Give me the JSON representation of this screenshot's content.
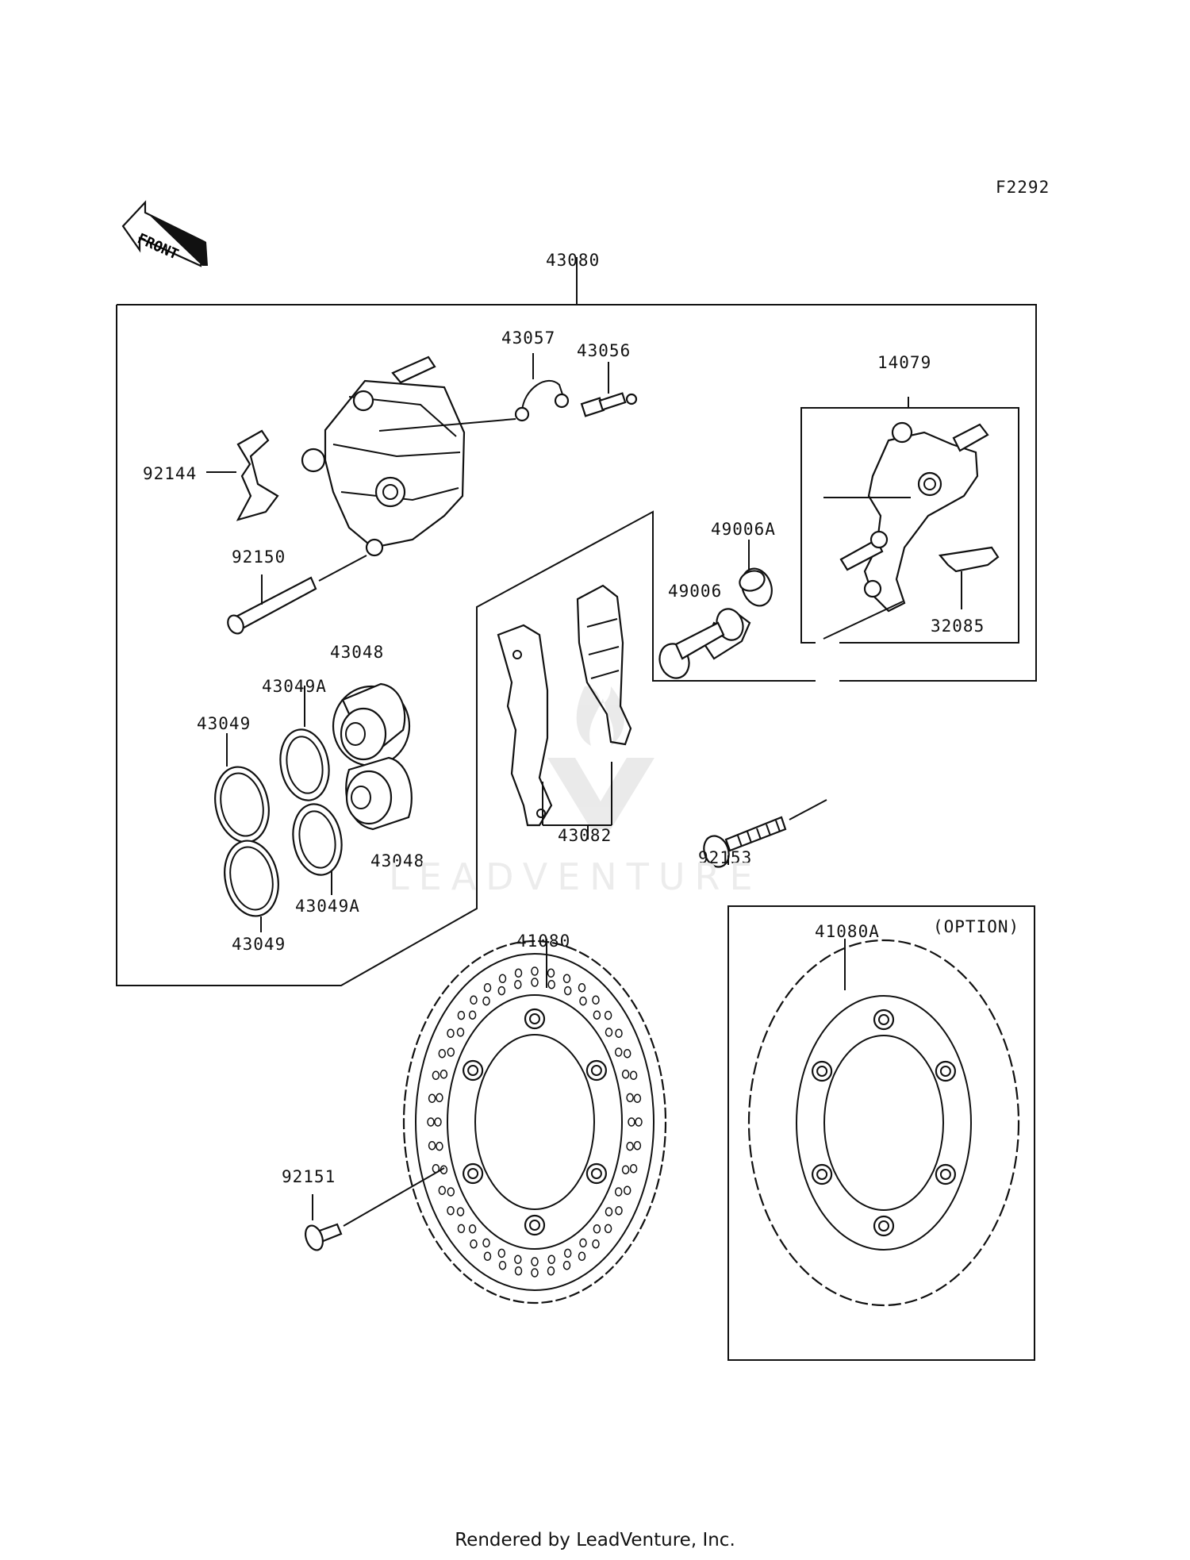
{
  "diagram_code": "F2292",
  "front_arrow": {
    "text": "FRONT",
    "icon": "front-direction-arrow-icon"
  },
  "watermark": "LEADVENTURE",
  "footer": "Rendered by LeadVenture, Inc.",
  "labels": {
    "p43080": "43080",
    "p43057": "43057",
    "p43056": "43056",
    "p14079": "14079",
    "p92144": "92144",
    "p49006A": "49006A",
    "p92150": "92150",
    "p49006": "49006",
    "p32085": "32085",
    "p43048_top": "43048",
    "p43049A_top": "43049A",
    "p43049_top": "43049",
    "p43048_bottom": "43048",
    "p43082": "43082",
    "p92153": "92153",
    "p43049A_bottom": "43049A",
    "p43049_bottom": "43049",
    "p41080": "41080",
    "p41080A": "41080A",
    "option": "(OPTION)",
    "p92151": "92151"
  }
}
